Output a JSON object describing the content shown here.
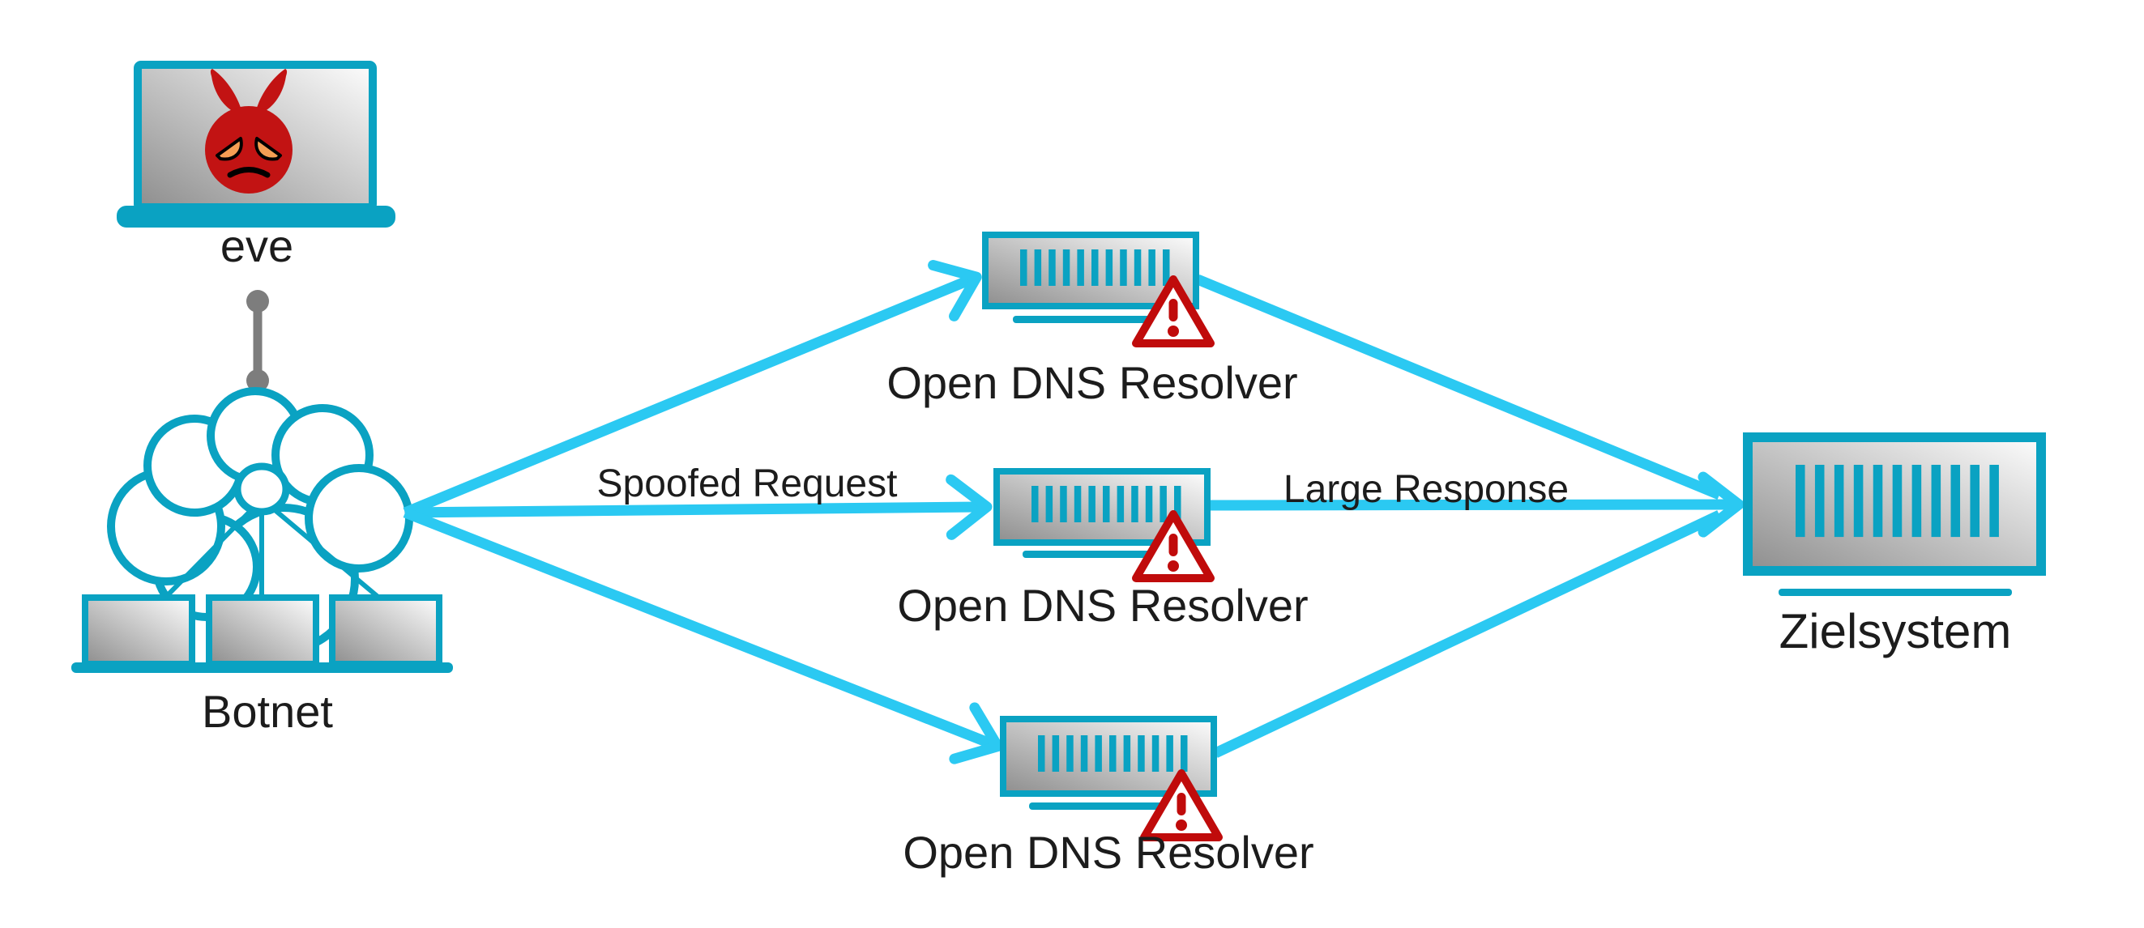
{
  "diagram": {
    "type": "network-attack-diagram",
    "nodes": {
      "attacker": {
        "label": "eve",
        "icon": "laptop-with-devil-face"
      },
      "botnet": {
        "label": "Botnet",
        "icon": "cloud-with-hub-and-laptops"
      },
      "resolvers": [
        {
          "label": "Open DNS Resolver",
          "icon": "rack-server",
          "badge": "warning-triangle"
        },
        {
          "label": "Open DNS Resolver",
          "icon": "rack-server",
          "badge": "warning-triangle"
        },
        {
          "label": "Open DNS Resolver",
          "icon": "rack-server",
          "badge": "warning-triangle"
        }
      ],
      "target": {
        "label": "Zielsystem",
        "icon": "rack-server-large"
      }
    },
    "edges": {
      "request": {
        "label": "Spoofed Request",
        "from": "botnet",
        "to": "resolvers"
      },
      "response": {
        "label": "Large Response",
        "from": "resolvers",
        "to": "target"
      }
    },
    "colors": {
      "component_teal": "#0aa2c2",
      "arrow_cyan": "#2bc9f2",
      "warning_red": "#c00b0b",
      "devil_red": "#c21313",
      "devil_eye_orange": "#f59e54",
      "connector_gray": "#7d7d7d",
      "text_black": "#1c1c1c",
      "screen_dark": "#8e8e8e",
      "screen_light": "#fdfdfd"
    }
  }
}
